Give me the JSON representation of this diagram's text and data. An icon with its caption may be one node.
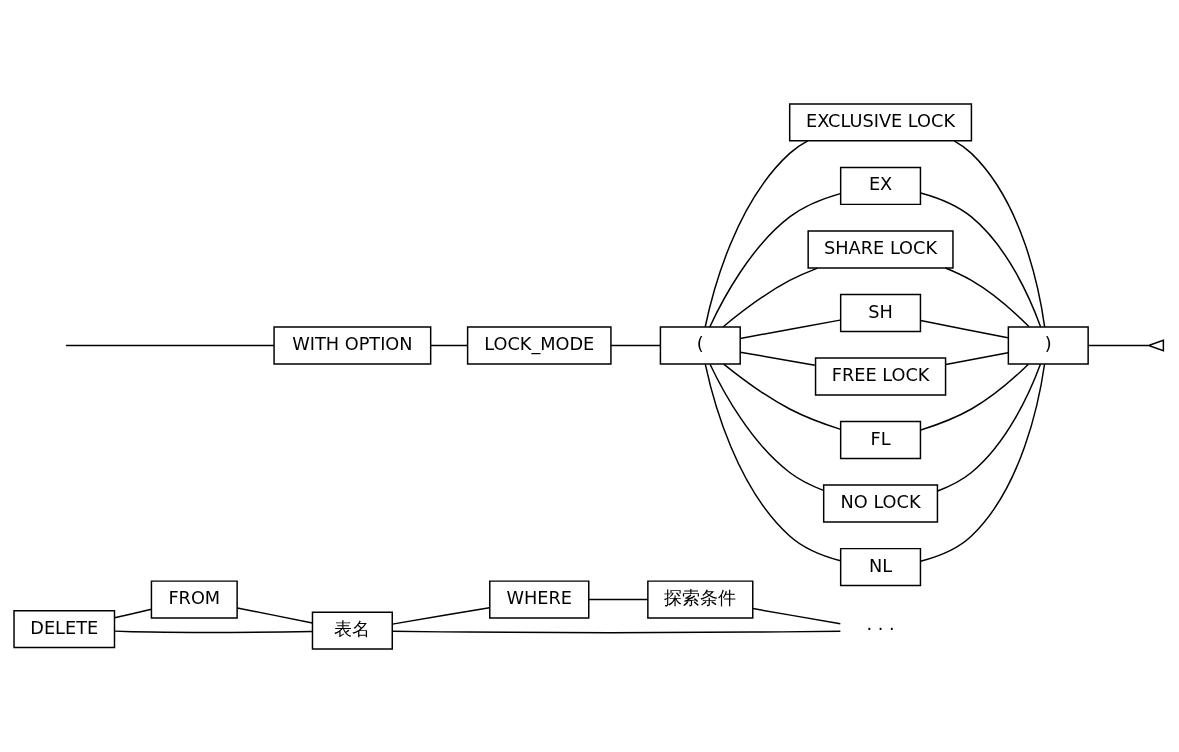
{
  "diagram": {
    "nodes": [
      {
        "text": [
          "DELETE"
        ]
      },
      {
        "text": [
          "FROM"
        ]
      },
      {
        "text": [
          "表名"
        ]
      },
      {
        "text": [
          "WHERE"
        ]
      },
      {
        "text": [
          "探索条件"
        ]
      },
      {
        "text": [
          "· · ·"
        ]
      },
      {
        "text": [
          "WITH OPTION"
        ]
      },
      {
        "text": [
          "LOCK_MODE"
        ]
      },
      {
        "text": [
          "("
        ]
      },
      {
        "text": [
          "EXCLUSIVE LOCK"
        ]
      },
      {
        "text": [
          "EX"
        ]
      },
      {
        "text": [
          "SHARE LOCK"
        ]
      },
      {
        "text": [
          "SH"
        ]
      },
      {
        "text": [
          "FREE LOCK"
        ]
      },
      {
        "text": [
          "FL"
        ]
      },
      {
        "text": [
          "NO LOCK"
        ]
      },
      {
        "text": [
          "NL"
        ]
      },
      {
        "text": [
          ")"
        ]
      }
    ],
    "edges": [
      {
        "from": 0,
        "to": 1,
        "arrow": "none"
      },
      {
        "from": 0,
        "to": 2,
        "arrow": "none"
      },
      {
        "from": 1,
        "to": 2,
        "arrow": "none"
      },
      {
        "from": 2,
        "to": 3,
        "arrow": "none"
      },
      {
        "from": 3,
        "to": 4,
        "arrow": "none"
      },
      {
        "from": 2,
        "to": 5,
        "arrow": "none"
      },
      {
        "from": 4,
        "to": 5,
        "arrow": "none"
      },
      {
        "from": null,
        "to": 6,
        "arrow": "none"
      },
      {
        "from": 6,
        "to": 7,
        "arrow": "none"
      },
      {
        "from": 7,
        "to": 8,
        "arrow": "none"
      },
      {
        "from": 8,
        "to": 9,
        "arrow": "none"
      },
      {
        "from": 8,
        "to": 10,
        "arrow": "none"
      },
      {
        "from": 8,
        "to": 11,
        "arrow": "none"
      },
      {
        "from": 8,
        "to": 12,
        "arrow": "none"
      },
      {
        "from": 8,
        "to": 13,
        "arrow": "none"
      },
      {
        "from": 8,
        "to": 14,
        "arrow": "none"
      },
      {
        "from": 8,
        "to": 15,
        "arrow": "none"
      },
      {
        "from": 8,
        "to": 16,
        "arrow": "none"
      },
      {
        "from": 9,
        "to": 17,
        "arrow": "none"
      },
      {
        "from": 10,
        "to": 17,
        "arrow": "none"
      },
      {
        "from": 11,
        "to": 17,
        "arrow": "none"
      },
      {
        "from": 12,
        "to": 17,
        "arrow": "none"
      },
      {
        "from": 13,
        "to": 17,
        "arrow": "none"
      },
      {
        "from": 14,
        "to": 17,
        "arrow": "none"
      },
      {
        "from": 15,
        "to": 17,
        "arrow": "none"
      },
      {
        "from": 16,
        "to": 17,
        "arrow": "none"
      },
      {
        "from": 17,
        "to": null,
        "arrow": "other"
      }
    ]
  }
}
